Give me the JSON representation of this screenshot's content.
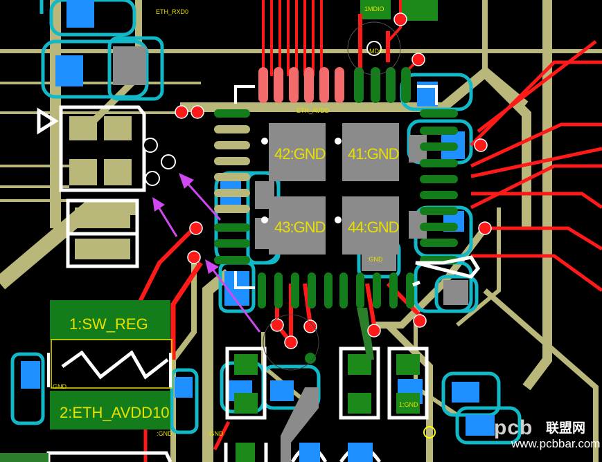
{
  "view": {
    "type": "pcb-layout",
    "colors": {
      "background": "#000000",
      "silk_olive": "#b9b77a",
      "top_copper_red": "#ff1a1a",
      "bottom_copper_green": "#137d1b",
      "pad_blue": "#1e90ff",
      "pad_cyan": "#13b8c8",
      "pad_gray": "#8b8b8b",
      "ic_pad_salmon": "#f46b6b",
      "silkscreen_white": "#ffffff",
      "label_yellow": "#e8e000",
      "annotation_magenta": "#d048f0",
      "ground_plane": "#2b7f2a"
    }
  },
  "center_pads": [
    {
      "id": "42",
      "label": "42:GND"
    },
    {
      "id": "41",
      "label": "41:GND"
    },
    {
      "id": "43",
      "label": "43:GND"
    },
    {
      "id": "44",
      "label": "44:GND"
    }
  ],
  "nets": {
    "sw_reg": "1:SW_REG",
    "eth_avdd10": "2:ETH_AVDD10",
    "eth_avdd": "ETH_AVDD",
    "eth_rxd0": "ETH_RXD0",
    "mdio": "1MDIO",
    "mdc": "MDC"
  },
  "small_labels": {
    "gnd": "GND",
    "gnd_colon": ":GND",
    "one_gnd": "1:GND"
  },
  "watermark": {
    "brand": "pcb",
    "name_cn": "联盟网",
    "url": "www.pcbbar.com"
  }
}
